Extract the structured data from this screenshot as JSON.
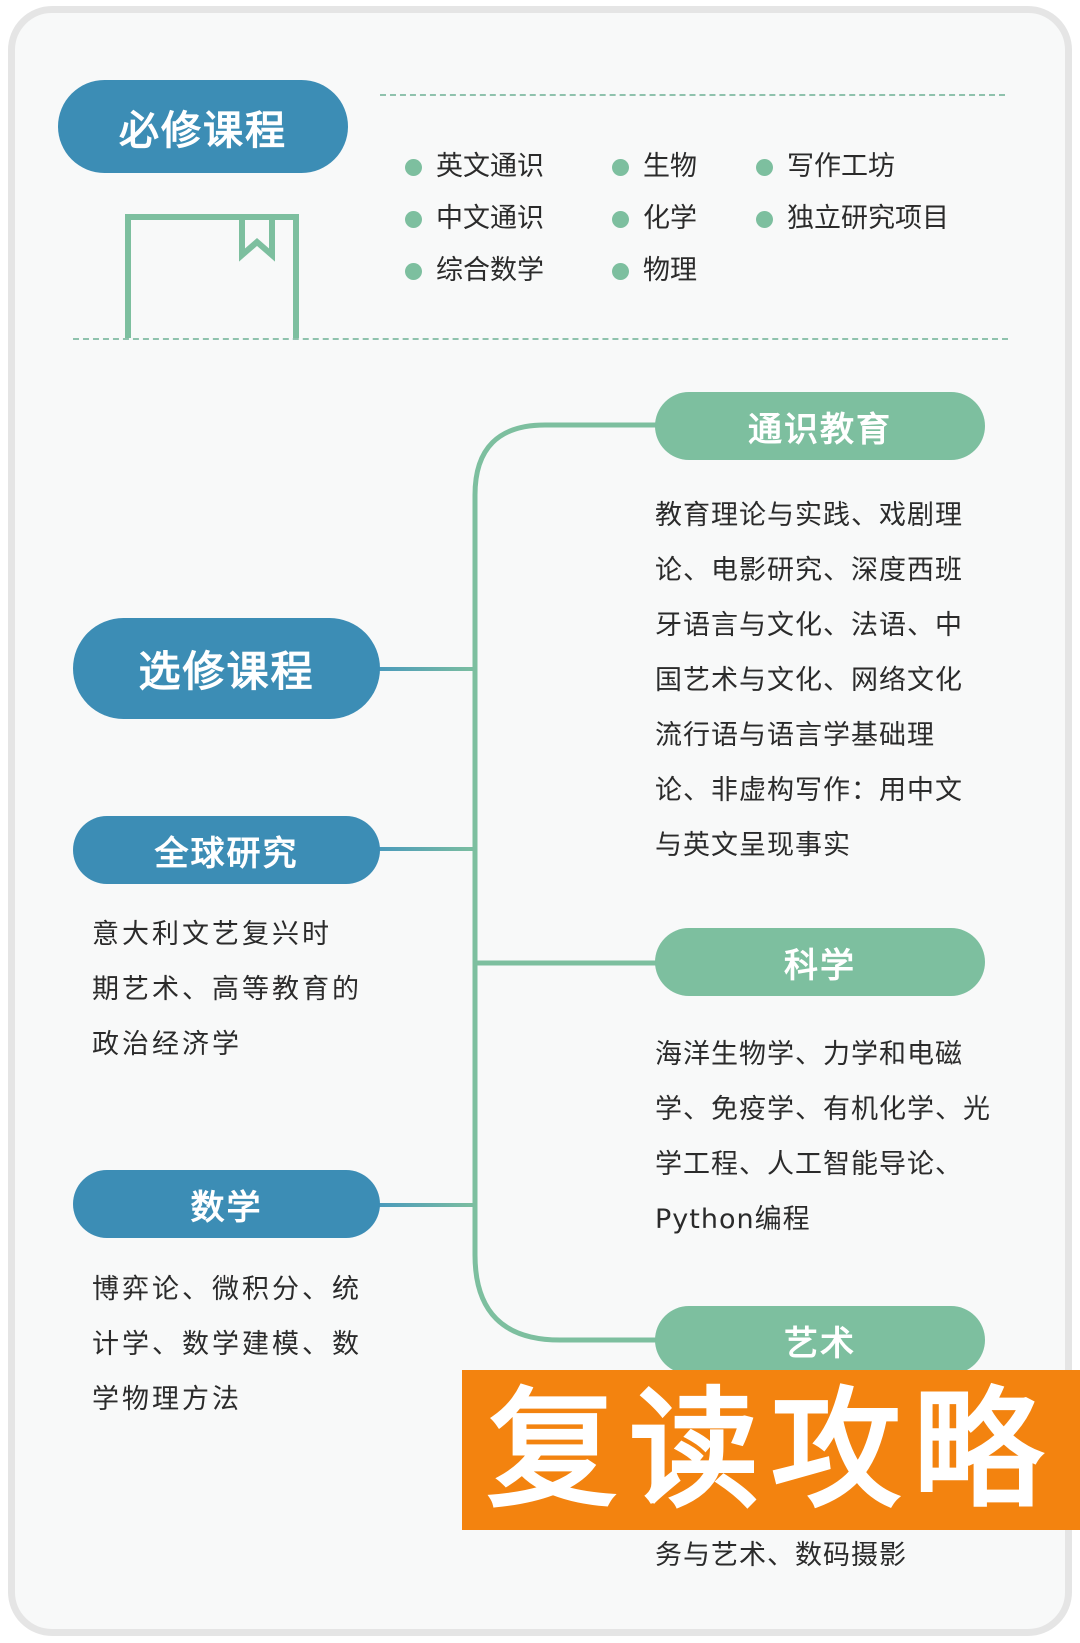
{
  "required": {
    "title": "必修课程",
    "items": [
      "英文通识",
      "生物",
      "写作工坊",
      "中文通识",
      "化学",
      "独立研究项目",
      "综合数学",
      "物理"
    ]
  },
  "elective": {
    "title": "选修课程",
    "global": {
      "title": "全球研究",
      "lines": [
        "意大利文艺复兴时",
        "期艺术、高等教育的",
        "政治经济学"
      ]
    },
    "math": {
      "title": "数学",
      "lines": [
        "博弈论、微积分、统",
        "计学、数学建模、数",
        "学物理方法"
      ]
    },
    "general": {
      "title": "通识教育",
      "lines": [
        "教育理论与实践、戏剧理",
        "论、电影研究、深度西班",
        "牙语言与文化、法语、中",
        "国艺术与文化、网络文化",
        "流行语与语言学基础理",
        "论、非虚构写作：用中文",
        "与英文呈现事实"
      ]
    },
    "science": {
      "title": "科学",
      "lines": [
        "海洋生物学、力学和电磁",
        "学、免疫学、有机化学、光",
        "学工程、人工智能导论、",
        "Python编程"
      ]
    },
    "arts": {
      "title": "艺术",
      "lines": [
        "务与艺术、数码摄影"
      ]
    }
  },
  "watermark": "复读攻略",
  "colors": {
    "blue": "#3c8db5",
    "green": "#7dbf9f",
    "orange": "#f3830f"
  },
  "icons": [
    "bookmark-icon"
  ]
}
